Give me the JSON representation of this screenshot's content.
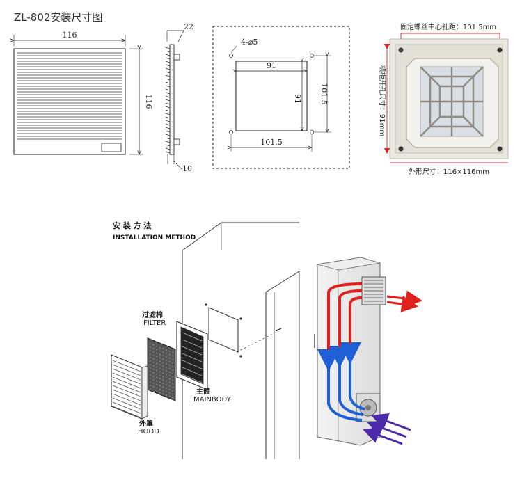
{
  "title": "ZL-802安装尺寸图",
  "front_view": {
    "width": "116",
    "height": "116"
  },
  "side_view": {
    "depth_top": "22",
    "depth_bottom": "10"
  },
  "cutout_view": {
    "holes": "4-⌀5",
    "inner_w": "91",
    "inner_h": "91",
    "pitch_w": "101.5",
    "pitch_h": "101.5"
  },
  "photo": {
    "top_label": "固定螺丝中心孔距：101.5mm",
    "side_label": "机柜开孔尺寸：91mm",
    "bottom_label": "外形尺寸：116×116mm"
  },
  "install": {
    "title_cn": "安 装 方 法",
    "title_en": "INSTALLATION METHOD",
    "filter_cn": "过滤棉",
    "filter_en": "FILTER",
    "mainbody_cn": "主體",
    "mainbody_en": "MAINBODY",
    "hood_cn": "外罩",
    "hood_en": "HOOD"
  },
  "colors": {
    "hot_air": "#e0201c",
    "cool_air": "#1f5fd6",
    "intake": "#4a2aa8"
  }
}
